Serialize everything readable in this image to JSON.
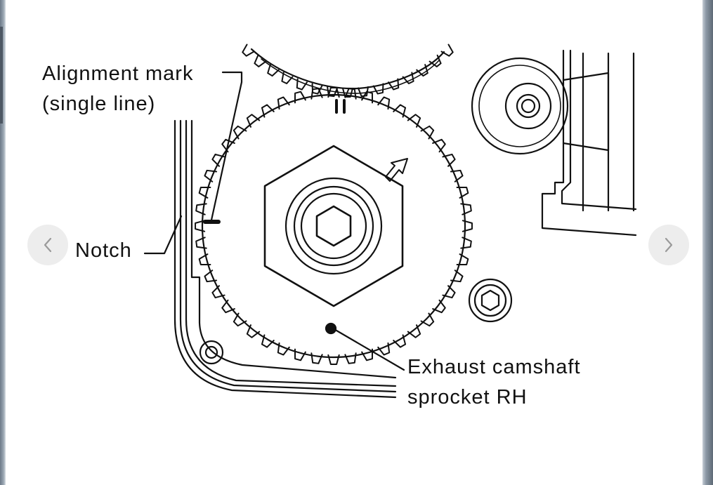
{
  "labels": {
    "alignment_mark_line1": "Alignment mark",
    "alignment_mark_line2": "(single line)",
    "notch": "Notch",
    "exhaust_line1": "Exhaust camshaft",
    "exhaust_line2": "sprocket RH"
  },
  "navigation": {
    "prev_icon": "chevron-left-icon",
    "next_icon": "chevron-right-icon"
  },
  "colors": {
    "line_art": "#111111",
    "nav_button": "#ececec",
    "nav_chevron": "#9a9a9a"
  }
}
